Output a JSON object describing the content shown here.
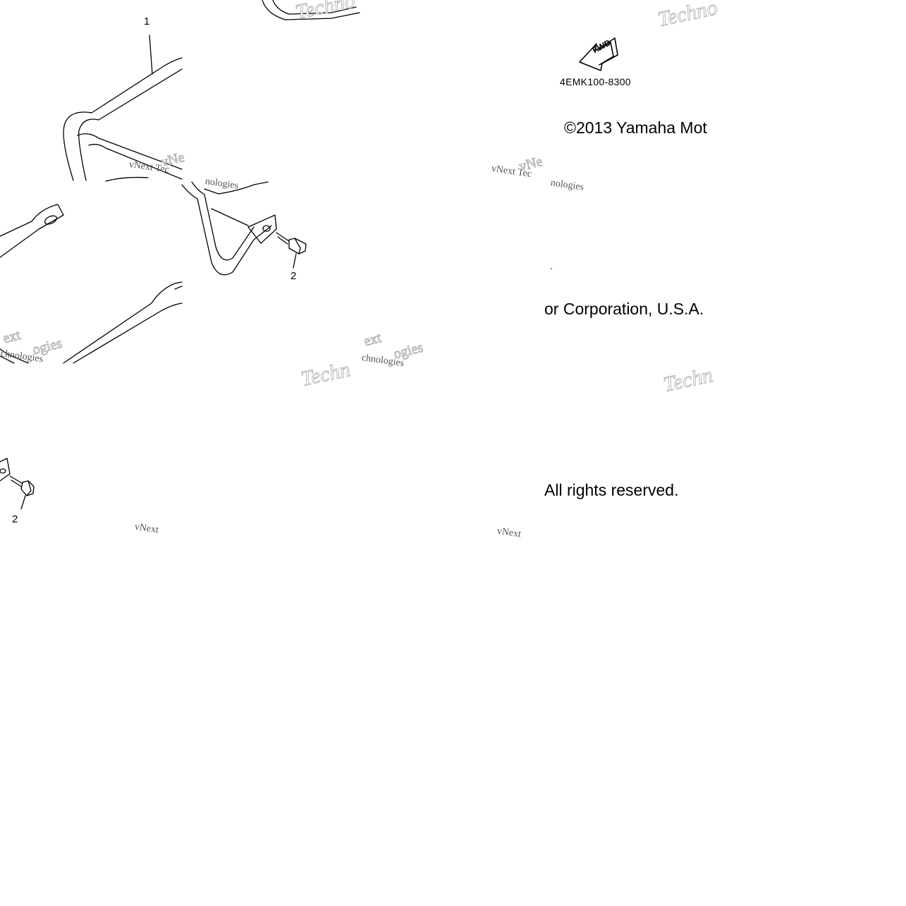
{
  "callouts": {
    "part_1": "1",
    "part_2_right": "2",
    "part_2_left": "2"
  },
  "diagram_code": "4EMK100-8300",
  "fwd_label": "FWD",
  "copyright": {
    "line1": "©2013 Yamaha Mot",
    "line2": "or Corporation, U.S.A.",
    "line3": "All rights reserved."
  },
  "watermarks": {
    "techno_1": "Techno",
    "techno_2": "Techno",
    "techno_3": "Techn",
    "techno_4": "Techn",
    "vnext_1": "vNext Tec",
    "vnext_2": "vNext Tec",
    "vnext_3": "vNext",
    "vnext_4": "vNext",
    "nologies_1": "nologies",
    "nologies_2": "nologies",
    "technologies_1": "chnologies",
    "technologies_2": "chnologies",
    "ext_1": "ext",
    "ext_2": "ext",
    "ogies_1": "ogies",
    "ogies_2": "ogies",
    "vn_1": "vNe",
    "vn_2": "vNe"
  },
  "colors": {
    "line": "#000000",
    "watermark": "#c8c8c8"
  }
}
